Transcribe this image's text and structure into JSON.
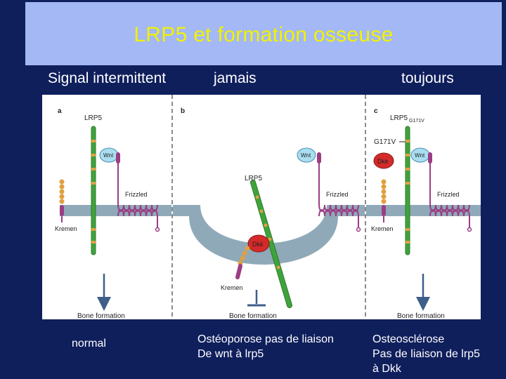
{
  "title": "LRP5 et formation osseuse",
  "headers": {
    "col1": "Signal intermittent",
    "col2": "jamais",
    "col3": "toujours"
  },
  "diagram": {
    "panel_a": {
      "letter": "a",
      "lrp5": "LRP5",
      "wnt": "Wnt",
      "frizzled": "Frizzled",
      "kremen": "Kremen",
      "bone": "Bone formation"
    },
    "panel_b": {
      "letter": "b",
      "lrp5": "LRP5",
      "wnt": "Wnt",
      "frizzled": "Frizzled",
      "dkk": "Dkk",
      "kremen": "Kremen",
      "bone": "Bone formation"
    },
    "panel_c": {
      "letter": "c",
      "lrp5": "LRP5",
      "lrp5_sub": "G171V",
      "g171v": "G171V",
      "dkk": "Dkk",
      "wnt": "Wnt",
      "frizzled": "Frizzled",
      "kremen": "Kremen",
      "bone": "Bone formation"
    }
  },
  "captions": {
    "col1": "normal",
    "col2_line1": "Ostéoporose pas de liaison",
    "col2_line2": "De wnt à lrp5",
    "col3_line1": "Osteosclérose",
    "col3_line2": "Pas de liaison de lrp5",
    "col3_line3": "à Dkk"
  },
  "colors": {
    "background": "#0f1f5c",
    "title_bar": "#a3b8f4",
    "title_text": "#f2f200",
    "membrane": "#8fa9b8",
    "lrp5": "#3fa33b",
    "wnt": "#a9def0",
    "dkk": "#d42a2a",
    "frizzled": "#9b3d84",
    "kremen": "#e0a040",
    "arrow": "#3d5f8a"
  }
}
